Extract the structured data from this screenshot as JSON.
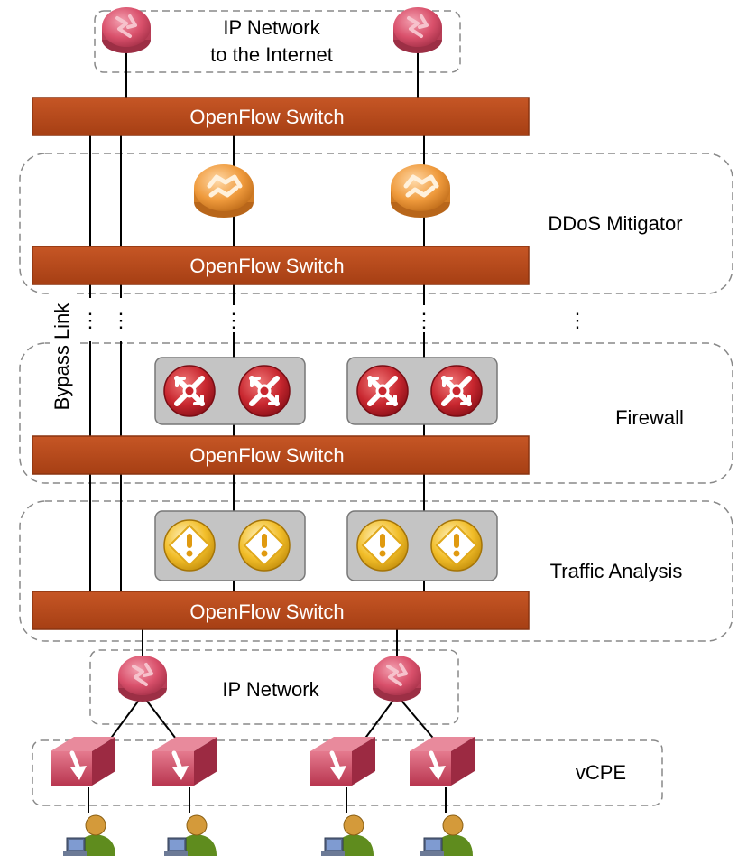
{
  "switch_label": "OpenFlow  Switch",
  "groups": {
    "internet": [
      "IP Network",
      "to the Internet"
    ],
    "ddos": "DDoS  Mitigator",
    "firewall": "Firewall",
    "traffic": "Traffic Analysis",
    "ip_network": "IP Network",
    "vcpe": "vCPE"
  },
  "bypass_label": "Bypass Link",
  "continuation": "⋮",
  "colors": {
    "switch_fill": "#b84a1b",
    "switch_stroke": "#8a3410",
    "router_pink": "#d9506b",
    "router_orange": "#ef9a3c",
    "firewall_red": "#c8272f",
    "ids_yellow": "#f2be2a",
    "appliance_gray": "#c4c4c4",
    "vcpe_pink": "#d14a64",
    "user_green": "#5f8c1e",
    "dashed_border": "#888888"
  },
  "icons": {
    "internet_routers": "router-icon",
    "ddos_routers": "ddos-router-icon",
    "firewall_units": "firewall-icon",
    "ids_units": "ids-icon",
    "vcpe_units": "vcpe-icon",
    "users": "user-computer-icon"
  }
}
